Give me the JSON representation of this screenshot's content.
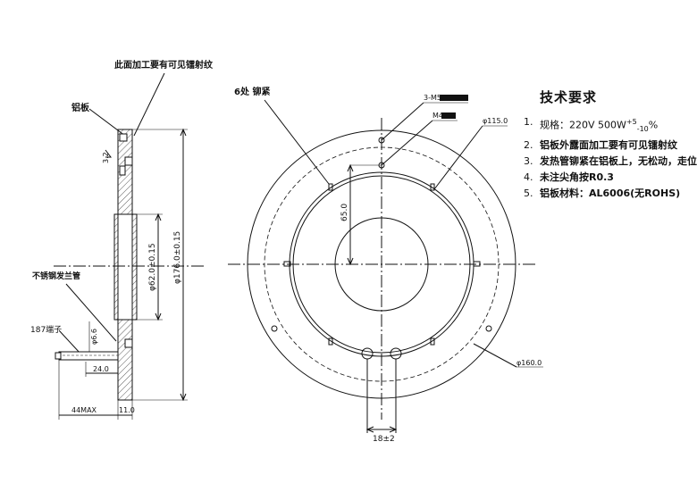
{
  "side_view": {
    "top_note": "此面加工要有可见镭射纹",
    "aluminum_label": "铝板",
    "stainless_flange_label": "不锈钢发兰管",
    "terminal_label": "187端子",
    "dim_groove_depth": "3.2",
    "dim_outer_diameter": "φ176.0±0.15",
    "dim_inner_diameter": "φ62.0±0.15",
    "dim_pipe_diameter": "φ6.6",
    "dim_24": "24.0",
    "dim_44max": "44MAX",
    "dim_11": "11.0"
  },
  "front_view": {
    "rivet_note": "6处  铆紧",
    "hole_note_m5": "3-M5",
    "hole_note_m4": "M4",
    "dim_115": "φ115.0",
    "dim_65": "65.0",
    "dim_160": "φ160.0",
    "dim_18": "18±2"
  },
  "tech_requirements": {
    "title": "技术要求",
    "items": [
      {
        "num": "1.",
        "text": "规格：220V 500W",
        "tol_plus": "+5",
        "tol_minus": "-10",
        "suffix": "%"
      },
      {
        "num": "2.",
        "text": "铝板外露面加工要有可见镭射纹"
      },
      {
        "num": "3.",
        "text": "发热管铆紧在铝板上，无松动，走位现象"
      },
      {
        "num": "4.",
        "text": "未注尖角按R0.3"
      },
      {
        "num": "5.",
        "text": "铝板材料：AL6006(无ROHS)"
      }
    ]
  }
}
